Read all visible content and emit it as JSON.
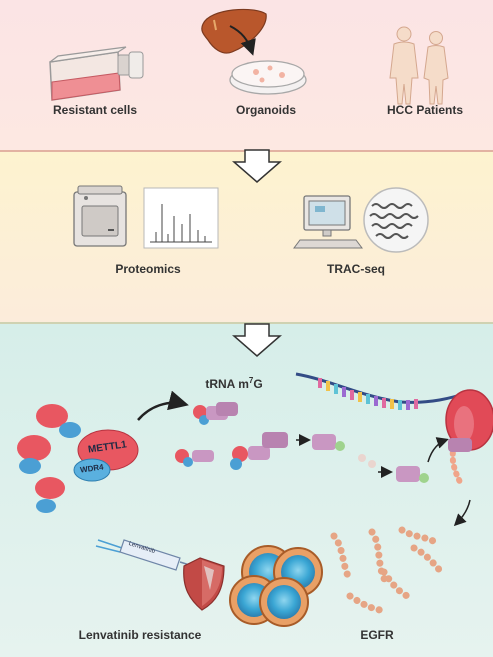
{
  "stage1": {
    "resistant_cells": "Resistant cells",
    "organoids": "Organoids",
    "hcc_patients": "HCC Patients"
  },
  "stage2": {
    "proteomics": "Proteomics",
    "trac_seq": "TRAC-seq"
  },
  "stage3": {
    "trna_label_prefix": "tRNA m",
    "trna_label_sup": "7",
    "trna_label_suffix": "G",
    "mettl1": "METTL1",
    "wdr4": "WDR4",
    "drug_label": "Lenvatinib",
    "lenvatinib_resistance": "Lenvatinib resistance",
    "egfr": "EGFR"
  }
}
